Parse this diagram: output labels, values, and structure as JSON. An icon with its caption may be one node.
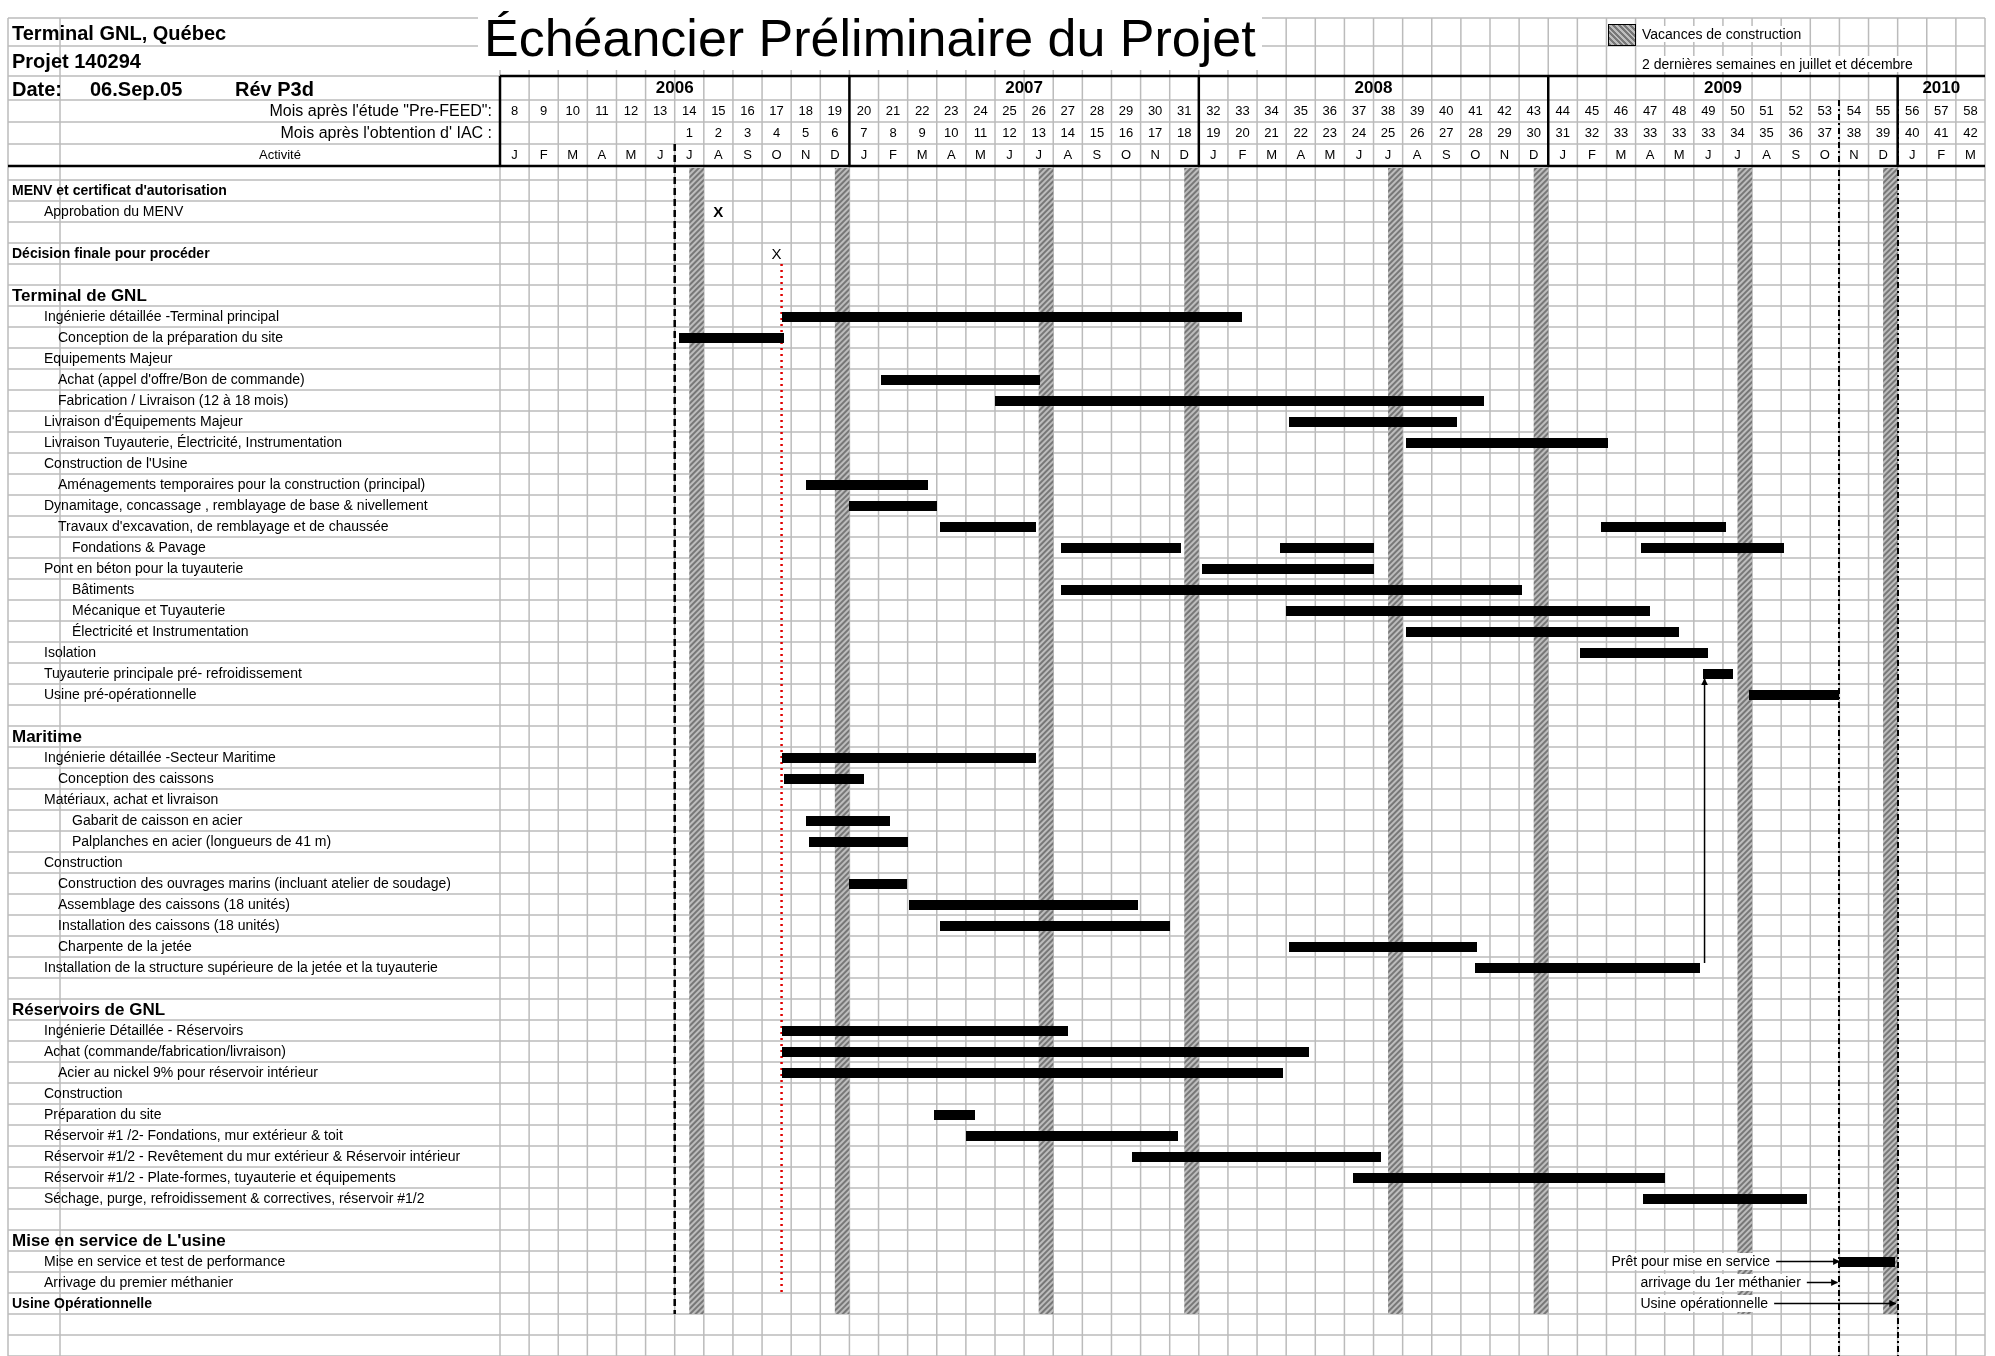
{
  "diagram": {
    "title": "Échéancier Préliminaire du Projet",
    "nodes": [
      {
        "text": [],
        "shape": "bar"
      },
      {
        "text": [],
        "shape": "bar"
      },
      {
        "text": [],
        "shape": "bar"
      },
      {
        "text": [],
        "shape": "bar"
      },
      {
        "text": [],
        "shape": "bar"
      },
      {
        "text": [],
        "shape": "bar"
      },
      {
        "text": [],
        "shape": "bar"
      },
      {
        "text": [],
        "shape": "bar"
      },
      {
        "text": [],
        "shape": "bar"
      },
      {
        "text": [],
        "shape": "bar"
      },
      {
        "text": [],
        "shape": "bar"
      },
      {
        "text": [],
        "shape": "bar"
      },
      {
        "text": [],
        "shape": "bar"
      },
      {
        "text": [],
        "shape": "bar"
      },
      {
        "text": [],
        "shape": "bar"
      },
      {
        "text": [],
        "shape": "bar"
      },
      {
        "text": [],
        "shape": "bar"
      },
      {
        "text": [],
        "shape": "bar"
      },
      {
        "text": [],
        "shape": "bar"
      },
      {
        "text": [],
        "shape": "bar"
      },
      {
        "text": [],
        "shape": "bar"
      },
      {
        "text": [],
        "shape": "bar"
      },
      {
        "text": [],
        "shape": "bar"
      },
      {
        "text": [],
        "shape": "bar"
      },
      {
        "text": [],
        "shape": "bar"
      },
      {
        "text": [],
        "shape": "bar"
      },
      {
        "text": [],
        "shape": "bar"
      },
      {
        "text": [],
        "shape": "bar"
      },
      {
        "text": [],
        "shape": "bar"
      },
      {
        "text": [],
        "shape": "bar"
      },
      {
        "text": [],
        "shape": "bar"
      },
      {
        "text": [],
        "shape": "bar"
      },
      {
        "text": [],
        "shape": "bar"
      },
      {
        "text": [],
        "shape": "bar"
      },
      {
        "text": [],
        "shape": "bar"
      },
      {
        "text": [],
        "shape": "bar"
      },
      {
        "text": [],
        "shape": "bar"
      },
      {
        "text": [
          "Prêt pour mise en service"
        ]
      },
      {
        "text": [],
        "shape": "bar"
      },
      {
        "text": [
          "arrivage du 1er méthanier"
        ]
      },
      {
        "text": [
          "Usine opérationnelle"
        ]
      },
      {
        "text": [],
        "shape": "line"
      },
      {
        "text": [],
        "shape": "line"
      }
    ],
    "edges": [
      {
        "from": 28,
        "to": 18,
        "arrow": "to"
      },
      {
        "from": 37,
        "to": 38,
        "arrow": "to"
      },
      {
        "from": 39,
        "to": 41,
        "arrow": "to"
      },
      {
        "from": 40,
        "to": 42,
        "arrow": "to"
      }
    ],
    "labels": [
      "Terminal GNL, Québec",
      "Projet 140294",
      "Date:",
      "06.Sep.05",
      "Rév P3d",
      "2 dernières semaines en juillet et décembre",
      "2006",
      "2007",
      "2008",
      "2009",
      "2010",
      "Mois après l'étude \"Pre-FEED\":",
      "8",
      "9",
      "10",
      "11",
      "12",
      "13",
      "14",
      "15",
      "16",
      "17",
      "18",
      "19",
      "20",
      "21",
      "22",
      "23",
      "24",
      "25",
      "26",
      "27",
      "28",
      "29",
      "30",
      "31",
      "32",
      "33",
      "34",
      "35",
      "36",
      "37",
      "38",
      "39",
      "40",
      "41",
      "42",
      "43",
      "44",
      "45",
      "46",
      "47",
      "48",
      "49",
      "50",
      "51",
      "52",
      "53",
      "54",
      "55",
      "56",
      "57",
      "58",
      "Mois après l'obtention d' IAC :",
      "1",
      "2",
      "3",
      "4",
      "5",
      "6",
      "7",
      "8",
      "9",
      "10",
      "11",
      "12",
      "13",
      "14",
      "15",
      "16",
      "17",
      "18",
      "19",
      "20",
      "21",
      "22",
      "23",
      "24",
      "25",
      "26",
      "27",
      "28",
      "29",
      "30",
      "31",
      "32",
      "33",
      "33",
      "33",
      "33",
      "34",
      "35",
      "36",
      "37",
      "38",
      "39",
      "40",
      "41",
      "42",
      "Activité",
      "J",
      "F",
      "M",
      "A",
      "M",
      "J",
      "J",
      "A",
      "S",
      "O",
      "N",
      "D",
      "J",
      "F",
      "M",
      "A",
      "M",
      "J",
      "J",
      "A",
      "S",
      "O",
      "N",
      "D",
      "J",
      "F",
      "M",
      "A",
      "M",
      "J",
      "J",
      "A",
      "S",
      "O",
      "N",
      "D",
      "J",
      "F",
      "M",
      "A",
      "M",
      "J",
      "J",
      "A",
      "S",
      "O",
      "N",
      "D",
      "J",
      "F",
      "M",
      "MENV et certificat d'autorisation",
      "Approbation du MENV",
      "X",
      "Décision finale pour procéder",
      "X",
      "Terminal de GNL",
      "Ingénierie détaillée -Terminal principal",
      "Conception de la préparation du site",
      "Equipements Majeur",
      "Achat (appel d'offre/Bon de commande)",
      "Fabrication / Livraison (12 à 18 mois)",
      "Livraison d'Équipements Majeur",
      "Livraison Tuyauterie, Électricité, Instrumentation",
      "Construction de l'Usine",
      "Aménagements temporaires pour la construction (principal)",
      "Dynamitage, concassage , remblayage de base & nivellement",
      "Travaux d'excavation, de remblayage et de chaussée",
      "Fondations & Pavage",
      "Pont en béton pour la tuyauterie",
      "Bâtiments",
      "Mécanique et Tuyauterie",
      "Électricité et Instrumentation",
      "Isolation",
      "Tuyauterie principale pré- refroidissement",
      "Usine pré-opérationnelle",
      "Maritime",
      "Ingénierie détaillée -Secteur Maritime",
      "Conception des caissons",
      "Matériaux, achat et livraison",
      "Gabarit de caisson en acier",
      "Palplanches en acier (longueurs de 41 m)",
      "Construction",
      "Construction des ouvrages marins (incluant atelier de soudage)",
      "Assemblage des caissons (18 unités)",
      "Installation des caissons (18 unités)",
      "Charpente de la jetée",
      "Installation de la structure supérieure de la jetée et la tuyauterie",
      "Réservoirs de GNL",
      "Ingénierie Détaillée - Réservoirs",
      "Achat (commande/fabrication/livraison)",
      "Acier au nickel 9% pour réservoir intérieur",
      "Construction",
      "Préparation du site",
      "Réservoir #1 /2- Fondations, mur extérieur & toit",
      "Réservoir #1/2 - Revêtement du mur extérieur & Réservoir intérieur",
      "Réservoir #1/2 - Plate-formes, tuyauterie et équipements",
      "Séchage, purge, refroidissement & correctives, réservoir #1/2",
      "Mise en service de L'usine",
      "Mise en service et test de performance",
      "Arrivage du premier méthanier",
      "Usine Opérationnelle"
    ],
    "legend": [
      {
        "text": "Vacances de construction"
      }
    ]
  }
}
